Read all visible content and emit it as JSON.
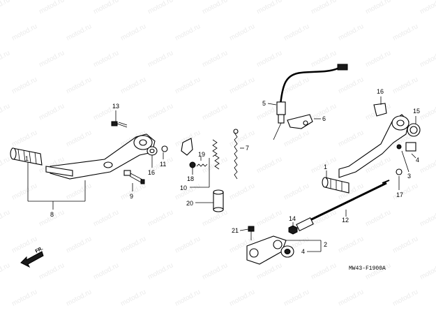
{
  "watermark": "motod.ru",
  "diagram_code": "MW43-F1900A",
  "direction_label": "FR.",
  "callouts": [
    "13",
    "1",
    "8",
    "16",
    "11",
    "9",
    "18",
    "19",
    "10",
    "20",
    "7",
    "5",
    "6",
    "16",
    "15",
    "4",
    "3",
    "1",
    "17",
    "14",
    "12",
    "21",
    "2",
    "4"
  ]
}
